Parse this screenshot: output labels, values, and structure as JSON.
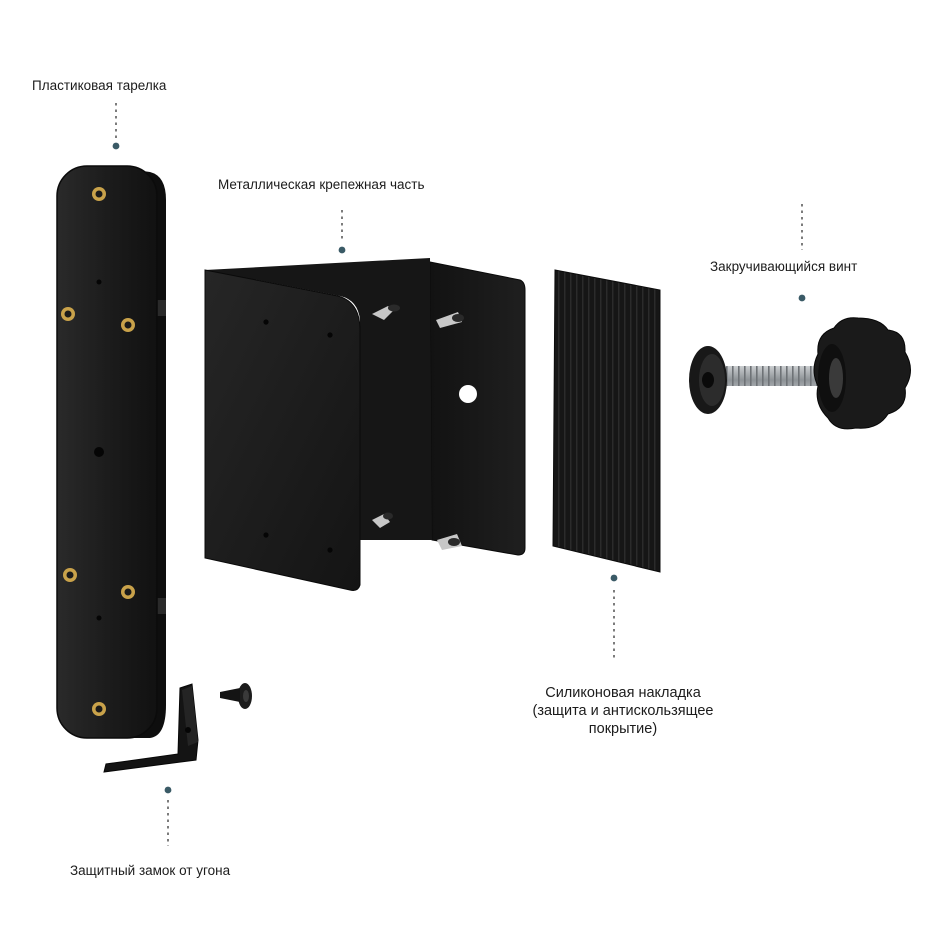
{
  "labels": {
    "plate": "Пластиковая тарелка",
    "bracket": "Металлическая крепежная часть",
    "screw": "Закручивающийся винт",
    "pad_line1": "Силиконовая накладка",
    "pad_line2": "(защита и антискользящее",
    "pad_line3": "покрытие)",
    "lock": "Защитный замок от угона"
  },
  "colors": {
    "part_dark": "#1e1e1e",
    "part_edge": "#0d0d0d",
    "brass": "#c9a24a",
    "leader_dot": "#3a5a66",
    "steel": "#bfc3c7"
  }
}
